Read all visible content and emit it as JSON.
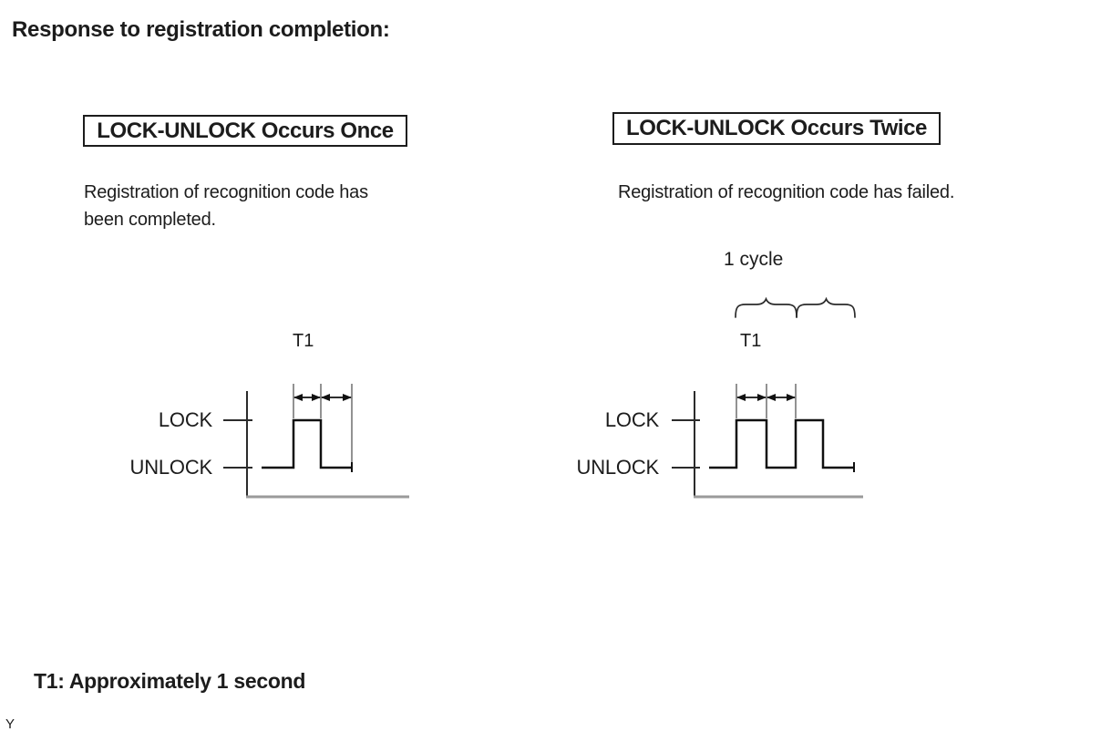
{
  "page": {
    "title": "Response to registration completion:",
    "footnote": "T1: Approximately 1 second",
    "page_marker": "Y"
  },
  "panels": [
    {
      "header": "LOCK-UNLOCK Occurs Once",
      "description_lines": [
        "Registration of recognition code has",
        "been completed."
      ],
      "t1_label": "T1",
      "lock_label": "LOCK",
      "unlock_label": "UNLOCK",
      "lock_unlock_cycles": 1
    },
    {
      "header": "LOCK-UNLOCK Occurs Twice",
      "description_lines": [
        "Registration of recognition code has failed."
      ],
      "cycle_label": "1 cycle",
      "t1_label": "T1",
      "lock_label": "LOCK",
      "unlock_label": "UNLOCK",
      "lock_unlock_cycles": 2
    }
  ],
  "colors": {
    "ink": "#1c1c1c",
    "waveform": "#101010",
    "baseline_gray": "#9a9a9a",
    "dimension_tick": "#777777"
  }
}
